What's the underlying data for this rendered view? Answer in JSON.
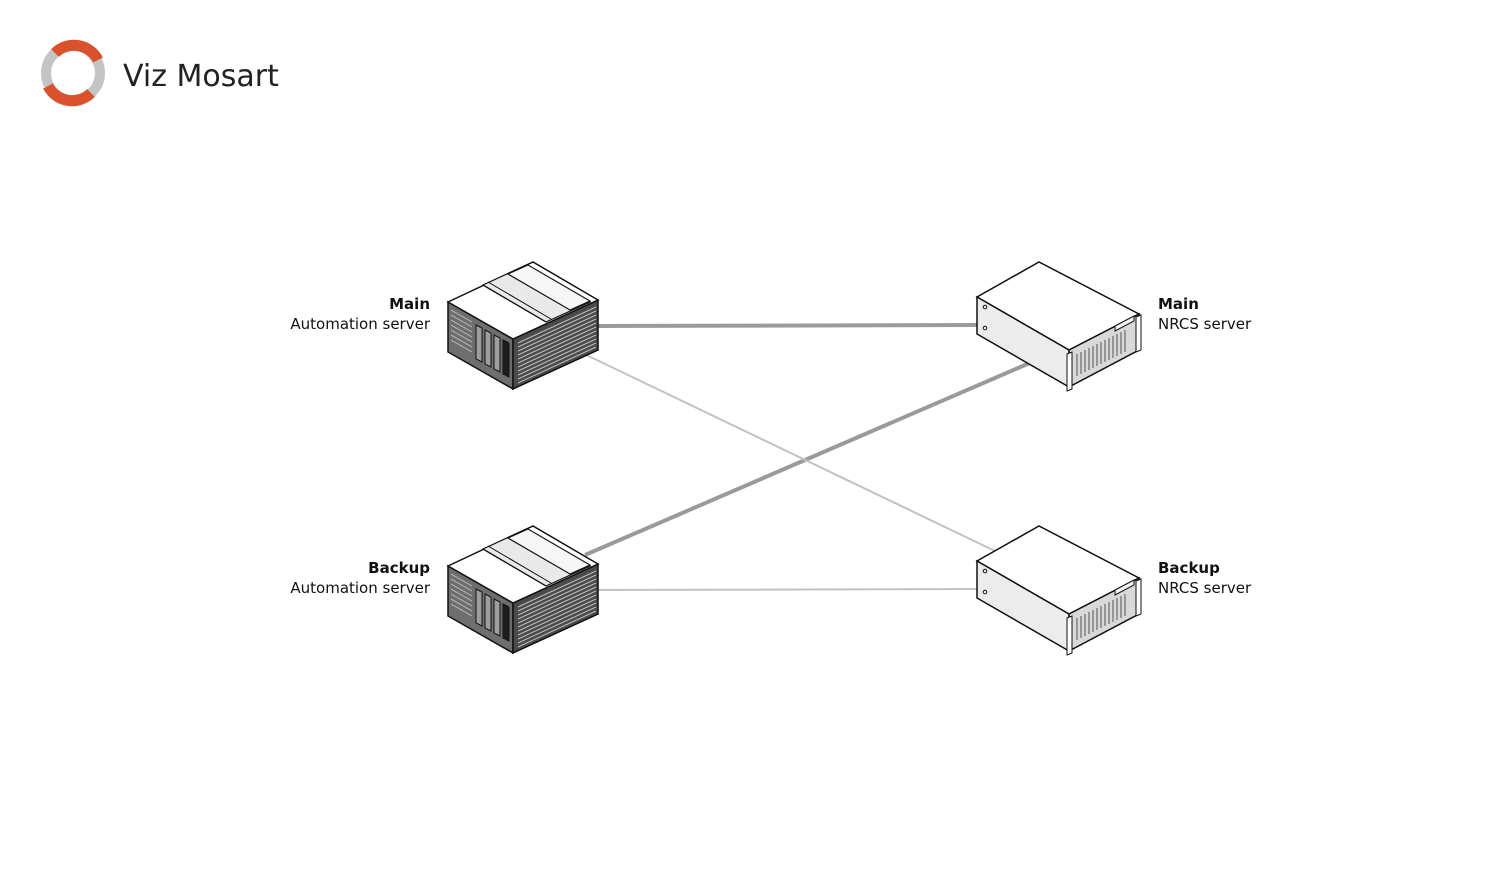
{
  "brand": {
    "name": "Viz Mosart",
    "color_primary": "#d9522b",
    "color_secondary": "#c4c4c4"
  },
  "nodes": {
    "main_automation": {
      "role": "Main",
      "name": "Automation server",
      "icon": "tower-server-icon"
    },
    "backup_automation": {
      "role": "Backup",
      "name": "Automation server",
      "icon": "tower-server-icon"
    },
    "main_nrcs": {
      "role": "Main",
      "name": "NRCS server",
      "icon": "rack-server-icon"
    },
    "backup_nrcs": {
      "role": "Backup",
      "name": "NRCS server",
      "icon": "rack-server-icon"
    }
  },
  "links": [
    {
      "from": "main_automation",
      "to": "main_nrcs",
      "style": "primary"
    },
    {
      "from": "backup_automation",
      "to": "main_nrcs",
      "style": "primary"
    },
    {
      "from": "main_automation",
      "to": "backup_nrcs",
      "style": "secondary"
    },
    {
      "from": "backup_automation",
      "to": "backup_nrcs",
      "style": "secondary"
    }
  ],
  "colors": {
    "primary_link": "#9a9a9a",
    "secondary_link": "#c2c2c2",
    "outline": "#111111",
    "panel": "#e6e6e6"
  }
}
